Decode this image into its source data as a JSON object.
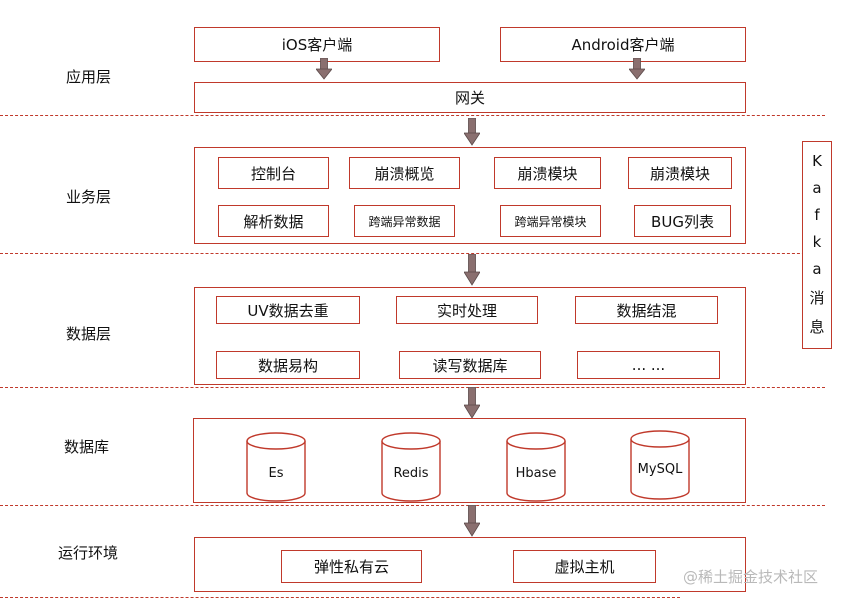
{
  "layers": {
    "app": "应用层",
    "business": "业务层",
    "data": "数据层",
    "database": "数据库",
    "runtime": "运行环境"
  },
  "app_layer": {
    "ios_client": "iOS客户端",
    "android_client": "Android客户端",
    "gateway": "网关"
  },
  "business_layer": {
    "items": [
      "控制台",
      "崩溃概览",
      "崩溃模块",
      "崩溃模块",
      "解析数据",
      "跨端异常数据",
      "跨端异常模块",
      "BUG列表"
    ]
  },
  "data_layer": {
    "items": [
      "UV数据去重",
      "实时处理",
      "数据结混",
      "数据易构",
      "读写数据库",
      "... ..."
    ]
  },
  "database_layer": {
    "items": [
      "Es",
      "Redis",
      "Hbase",
      "MySQL"
    ]
  },
  "runtime_layer": {
    "items": [
      "弹性私有云",
      "虚拟主机"
    ]
  },
  "kafka": {
    "chars": [
      "K",
      "a",
      "f",
      "k",
      "a",
      "消",
      "息"
    ]
  },
  "watermark": "@稀土掘金技术社区",
  "colors": {
    "border": "#c0392b",
    "arrow": "#8a6f6f"
  }
}
